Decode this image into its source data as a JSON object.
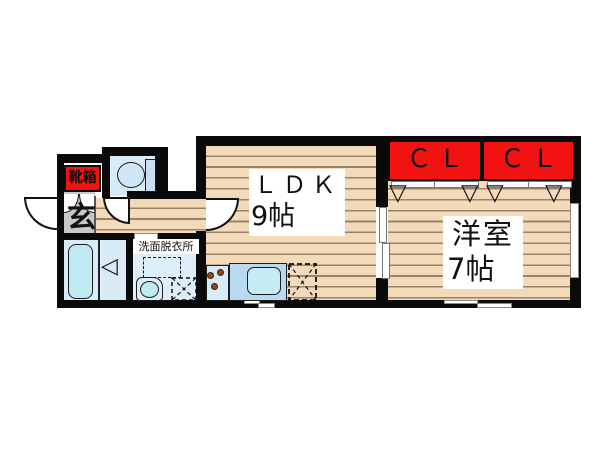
{
  "rooms": {
    "ldk": {
      "name": "ＬＤＫ",
      "size": "9帖"
    },
    "western_room": {
      "name": "洋室",
      "size": "7帖"
    },
    "closet_left": {
      "label": "ＣＬ"
    },
    "closet_right": {
      "label": "ＣＬ"
    },
    "entrance": {
      "label": "玄"
    },
    "shoe_box": {
      "label": "靴箱"
    },
    "washroom": {
      "label": "洗面脱衣所"
    }
  },
  "colors": {
    "wall": "#0a0a0a",
    "flooring": "#F3DAB8",
    "flooring_line": "#8a7460",
    "closet_red": "#F21212",
    "wet_room_blue": "#D9EBF7",
    "bathtub_cyan": "#BFEAF3",
    "kitchen_counter_blue": "#B9D9F1",
    "genkan_gray": "#C8C8C8",
    "label_background": "#ffffff"
  }
}
